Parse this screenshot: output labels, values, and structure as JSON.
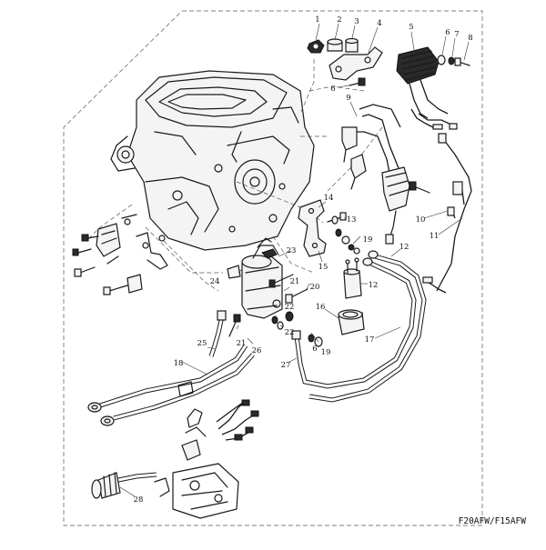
{
  "model_code": "F20AFW/F15AFW",
  "callouts": [
    "1",
    "2",
    "3",
    "4",
    "5",
    "6",
    "7",
    "8",
    "6",
    "9",
    "10",
    "11",
    "12",
    "12",
    "13",
    "14",
    "15",
    "16",
    "17",
    "18",
    "19",
    "19",
    "20",
    "21",
    "21",
    "22",
    "22",
    "23",
    "24",
    "25",
    "26",
    "27",
    "28",
    "6"
  ]
}
